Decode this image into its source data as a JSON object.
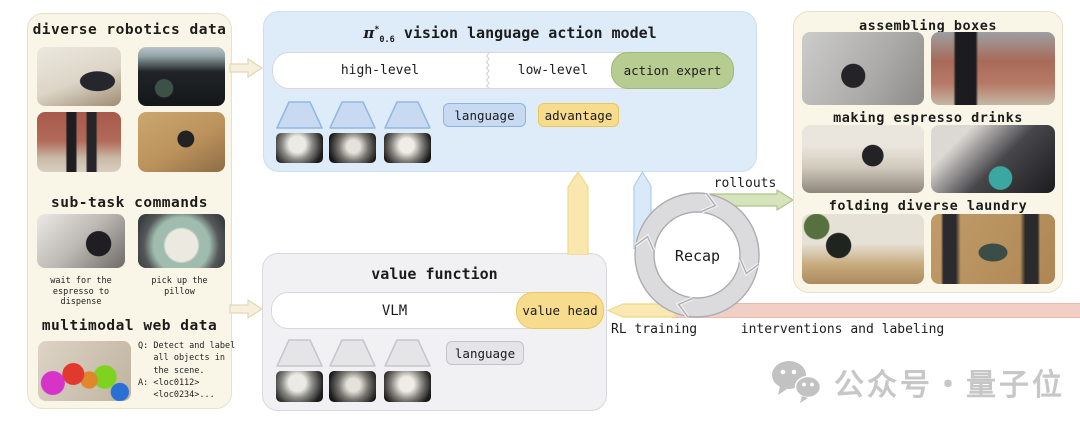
{
  "left_panel": {
    "robotics_title": "diverse robotics data",
    "subtask_title": "sub-task commands",
    "subtask_captions": [
      "wait for the\nespresso to dispense",
      "pick up the\npillow"
    ],
    "web_title": "multimodal web data",
    "web_qa": "Q: Detect and label\n   all objects in\n   the scene.\nA: <loc0112>\n   <loc0234>..."
  },
  "model_box": {
    "pi": "π",
    "pi_sup": "*",
    "pi_sub": "0.6",
    "title_rest": "vision language action model",
    "high_level": "high-level",
    "low_level": "low-level",
    "action_expert": "action expert",
    "language_chip": "language",
    "advantage_chip": "advantage"
  },
  "value_box": {
    "title": "value function",
    "vlm": "VLM",
    "value_head": "value head",
    "language_chip": "language"
  },
  "cycle": {
    "recap": "Recap",
    "rollouts": "rollouts",
    "rl_training": "RL training",
    "interventions": "interventions and labeling"
  },
  "right_panel": {
    "tasks": [
      {
        "title": "assembling boxes"
      },
      {
        "title": "making espresso drinks"
      },
      {
        "title": "folding diverse laundry"
      }
    ]
  },
  "watermark": {
    "icon": "wechat-icon",
    "text": "公众号・量子位"
  },
  "colors": {
    "panel_cream": "#FAF6E7",
    "model_blue": "#DEEBF8",
    "chip_blue": "#C7DAF2",
    "accent_yellow": "#F7DC8D",
    "expert_green": "#B7CC91",
    "band_pink": "#F2CFC4",
    "ring_gray": "#DBDBDD"
  }
}
